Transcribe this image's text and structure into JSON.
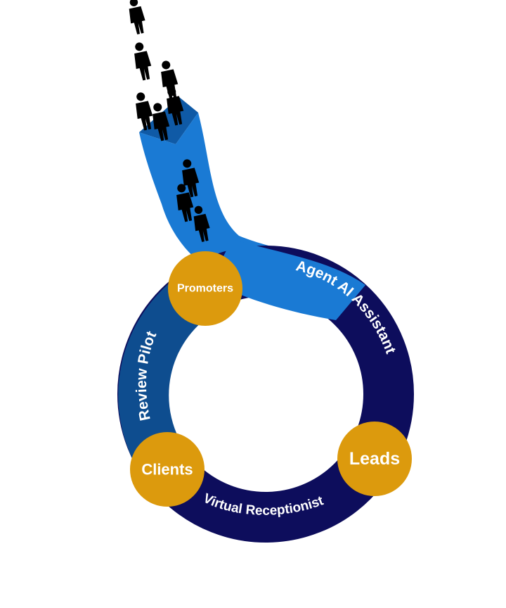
{
  "colors": {
    "funnel_light": "#1a7ad4",
    "funnel_dark": "#0f5aa6",
    "ring_mid": "#0e4d8f",
    "ring_dark": "#0d0d5c",
    "node": "#dc9a0d",
    "text": "#ffffff",
    "person": "#000000"
  },
  "segments": {
    "agent_ai": "Agent AI Assistant",
    "review_pilot": "Review Pilot",
    "virtual_receptionist": "Virtual Receptionist"
  },
  "nodes": {
    "promoters": "Promoters",
    "clients": "Clients",
    "leads": "Leads"
  },
  "icons": {
    "people": "person-silhouette-icon"
  }
}
